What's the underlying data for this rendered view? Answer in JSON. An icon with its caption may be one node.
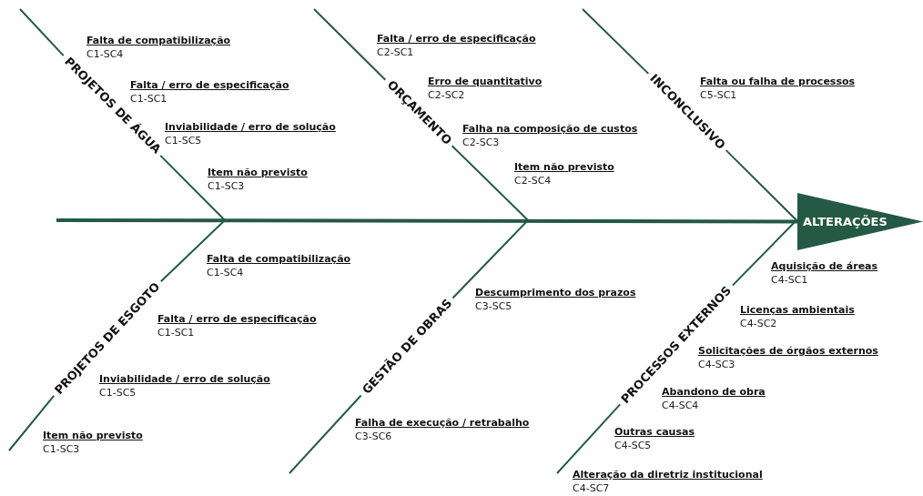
{
  "diagram": {
    "nodes": [
      {
        "text": [
          "PROJETOS DE ÁGUA"
        ]
      },
      {
        "text": [
          "ORÇAMENTO"
        ]
      },
      {
        "text": [
          "INCONCLUSIVO"
        ]
      },
      {
        "text": [
          "ALTERAÇÕES"
        ]
      },
      {
        "text": [
          "PROJETOS DE ESGOTO"
        ]
      },
      {
        "text": [
          "GESTÃO DE OBRAS"
        ]
      },
      {
        "text": [
          "PROCESSOS EXTERNOS"
        ]
      }
    ],
    "edges": [
      {
        "from": null,
        "to": 3,
        "arrow": "none",
        "style": "thick"
      },
      {
        "from": 0,
        "to": 3,
        "arrow": "none"
      },
      {
        "from": 1,
        "to": 3,
        "arrow": "none"
      },
      {
        "from": 2,
        "to": 3,
        "arrow": "none"
      },
      {
        "from": 4,
        "to": 3,
        "arrow": "none"
      },
      {
        "from": 5,
        "to": 3,
        "arrow": "none"
      },
      {
        "from": 6,
        "to": 3,
        "arrow": "none"
      }
    ],
    "labels": [
      "Falta de compatibilização",
      "C1-SC4",
      "Falta / erro de especificação",
      "C1-SC1",
      "Inviabilidade / erro de solução",
      "C1-SC5",
      "Item não previsto",
      "C1-SC3",
      "Falta / erro de especificação",
      "C2-SC1",
      "Erro de quantitativo",
      "C2-SC2",
      "Falha na composição de custos",
      "C2-SC3",
      "Item não previsto",
      "C2-SC4",
      "Falta ou falha de processos",
      "C5-SC1",
      "Falta de compatibilização",
      "C1-SC4",
      "Falta / erro de especificação",
      "C1-SC1",
      "Inviabilidade / erro de solução",
      "C1-SC5",
      "Item não previsto",
      "C1-SC3",
      "Descumprimento dos prazos",
      "C3-SC5",
      "Falha de execução / retrabalho",
      "C3-SC6",
      "Aquisição de áreas",
      "C4-SC1",
      "Licenças ambientais",
      "C4-SC2",
      "Solicitações de órgãos externos",
      "C4-SC3",
      "Abandono de obra",
      "C4-SC4",
      "Outras causas",
      "C4-SC5",
      "Alteração da diretriz institucional",
      "C4-SC7"
    ]
  }
}
